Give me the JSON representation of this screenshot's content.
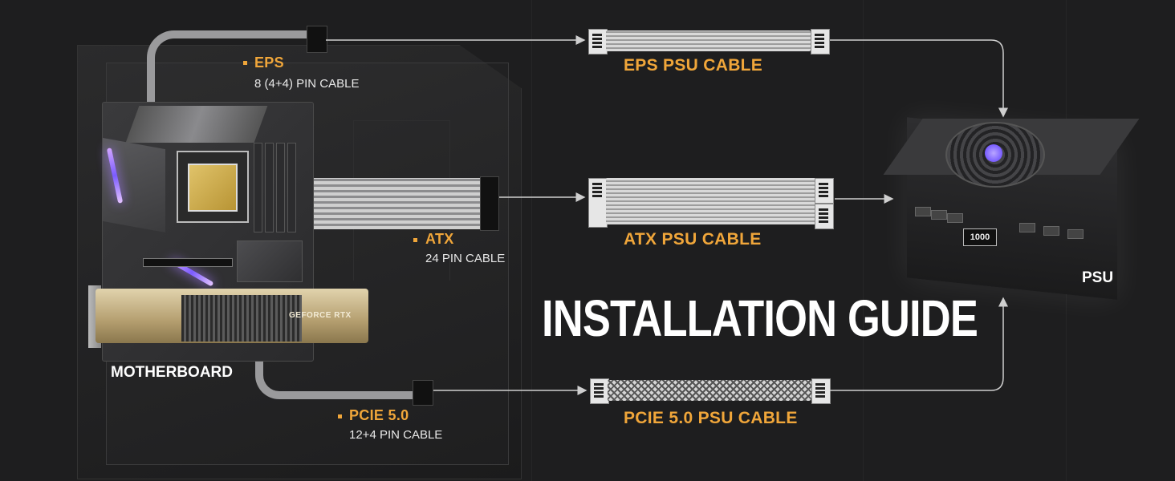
{
  "title": "INSTALLATION GUIDE",
  "components": {
    "motherboard_label": "MOTHERBOARD",
    "psu_label": "PSU",
    "gpu_brand": "GEFORCE RTX",
    "psu_display": "1000"
  },
  "connectors": [
    {
      "name": "EPS",
      "detail": "8 (4+4) PIN CABLE",
      "cable": "EPS PSU CABLE"
    },
    {
      "name": "ATX",
      "detail": "24 PIN CABLE",
      "cable": "ATX PSU CABLE"
    },
    {
      "name": "PCIE 5.0",
      "detail": "12+4 PIN CABLE",
      "cable": "PCIE 5.0 PSU CABLE"
    }
  ],
  "colors": {
    "background": "#1e1e1f",
    "accent": "#f0a63a",
    "text": "#ffffff",
    "arrow": "#cfcfcf"
  }
}
